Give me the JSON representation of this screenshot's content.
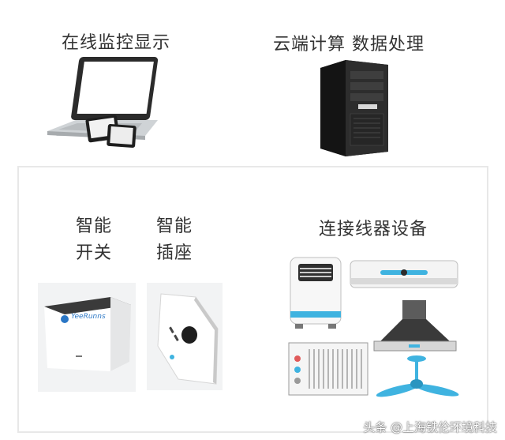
{
  "headings": {
    "monitor": "在线监控显示",
    "cloud": "云端计算 数据处理",
    "smart_switch_line1": "智能",
    "smart_switch_line2": "开关",
    "smart_socket_line1": "智能",
    "smart_socket_line2": "插座",
    "devices": "连接线器设备"
  },
  "products": {
    "switch_brand": "YeeRunns"
  },
  "watermark": "头条 @上海铁伦环境科技",
  "colors": {
    "accent_blue": "#3fb3e0",
    "text": "#333333",
    "frame": "#e8e8e8"
  }
}
